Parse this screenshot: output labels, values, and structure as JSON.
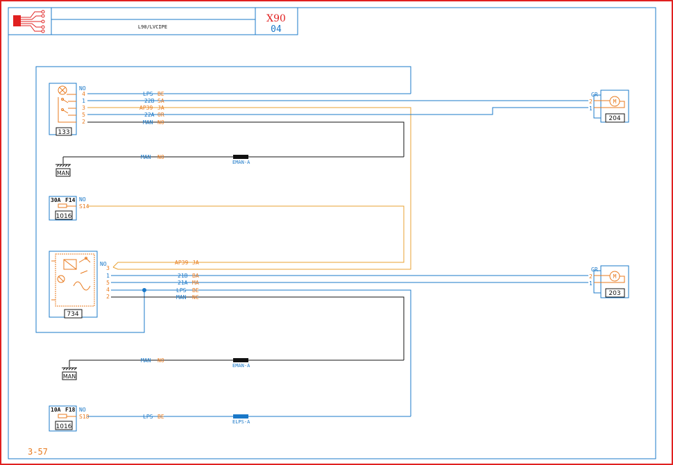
{
  "header": {
    "title_code": "X90",
    "title_number": "04",
    "subtitle": "L90/LVCIPE"
  },
  "page_number": "3-57",
  "colors": {
    "border": "#e02020",
    "line": "#1a78c8",
    "wire_orange": "#e8a030",
    "wire_black": "#111111",
    "label_blue": "#1a78c8",
    "label_orange": "#e87a1e"
  },
  "components": {
    "c133": {
      "id": "133",
      "no": "NO",
      "pins": [
        "4",
        "1",
        "3",
        "5",
        "2"
      ]
    },
    "c734": {
      "id": "734",
      "no": "NO",
      "pins": [
        "3",
        "1",
        "5",
        "4",
        "2"
      ]
    },
    "c204": {
      "id": "204",
      "gr": "GR",
      "pins": [
        "2",
        "1"
      ],
      "symbol": "M"
    },
    "c203": {
      "id": "203",
      "gr": "GR",
      "pins": [
        "2",
        "1"
      ],
      "symbol": "M"
    },
    "fuse14": {
      "id": "1016",
      "rating": "30A",
      "fuse": "F14",
      "no": "NO",
      "pin": "S14"
    },
    "fuse18": {
      "id": "1016",
      "rating": "10A",
      "fuse": "F18",
      "no": "NO",
      "pin": "S18"
    },
    "ground1": {
      "label": "MAN"
    },
    "ground2": {
      "label": "MAN"
    }
  },
  "wires_133": [
    {
      "code": "LPS",
      "color": "BE"
    },
    {
      "code": "22B",
      "color": "SA"
    },
    {
      "code": "AP39",
      "color": "JA"
    },
    {
      "code": "22A",
      "color": "OR"
    },
    {
      "code": "MAN",
      "color": "NO"
    }
  ],
  "wires_734": [
    {
      "code": "AP39",
      "color": "JA"
    },
    {
      "code": "21B",
      "color": "BA"
    },
    {
      "code": "21A",
      "color": "MA"
    },
    {
      "code": "LPS",
      "color": "BE"
    },
    {
      "code": "MAN",
      "color": "NC"
    }
  ],
  "ground_wire1": {
    "code": "MAN",
    "color": "NO",
    "splice": "EMAN-A"
  },
  "ground_wire2": {
    "code": "MAN",
    "color": "NO",
    "splice": "EMAN-A"
  },
  "fuse18_wire": {
    "code": "LPS",
    "color": "BE",
    "splice": "ELPS-A"
  }
}
